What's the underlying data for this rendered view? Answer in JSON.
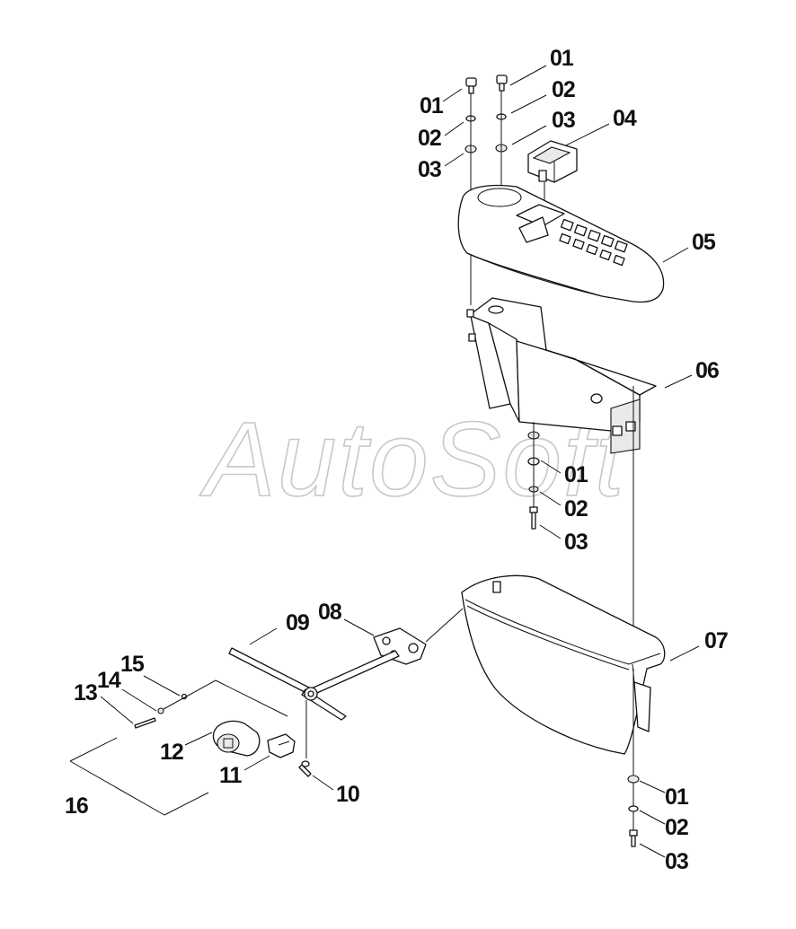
{
  "watermark": "AutoSoft",
  "callouts": {
    "c01a": "01",
    "c02a": "02",
    "c03a": "03",
    "c01b": "01",
    "c02b": "02",
    "c03b": "03",
    "c04": "04",
    "c05": "05",
    "c06": "06",
    "c01c": "01",
    "c02c": "02",
    "c03c": "03",
    "c07": "07",
    "c08": "08",
    "c09": "09",
    "c10": "10",
    "c11": "11",
    "c12": "12",
    "c13": "13",
    "c14": "14",
    "c15": "15",
    "c16": "16",
    "c01d": "01",
    "c02d": "02",
    "c03d": "03"
  },
  "colors": {
    "line": "#111111",
    "watermark": "#c8c8c8",
    "background": "#ffffff"
  }
}
